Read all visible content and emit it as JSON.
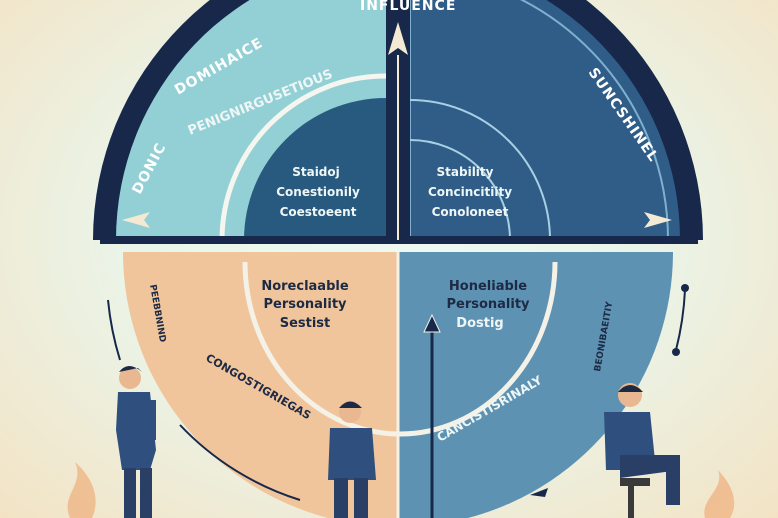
{
  "ring_labels": {
    "top": "INFLUENCE",
    "left_outer": "DONIC",
    "left_upper": "DOMIHAICE",
    "right": "SUNCSHINEL"
  },
  "upper_left": {
    "arc_label": "PENIGNIRGUSETIOUS",
    "center_lines": [
      "Staidoj",
      "Conestionily",
      "Coestoeent"
    ]
  },
  "upper_right": {
    "center_lines": [
      "Stability",
      "Concincitiity",
      "Conoloneet"
    ]
  },
  "lower_left": {
    "title_lines": [
      "Noreclaable",
      "Personality",
      "Sestist"
    ],
    "arc_label": "CONGOSTIGRIEGAS",
    "side_label": "PEEBBNIND"
  },
  "lower_right": {
    "title_lines": [
      "Honeliable",
      "Personality",
      "Dostig"
    ],
    "arc_label": "CANCISTISRINALY",
    "side_label": "BEONIBAEITIY"
  },
  "colors": {
    "ring": "#17284a",
    "upper_left": "#93d0d5",
    "upper_right": "#2f5d88",
    "inner_dark": "#285a80",
    "lower_left": "#f0c59c",
    "lower_right": "#5e92b3"
  }
}
